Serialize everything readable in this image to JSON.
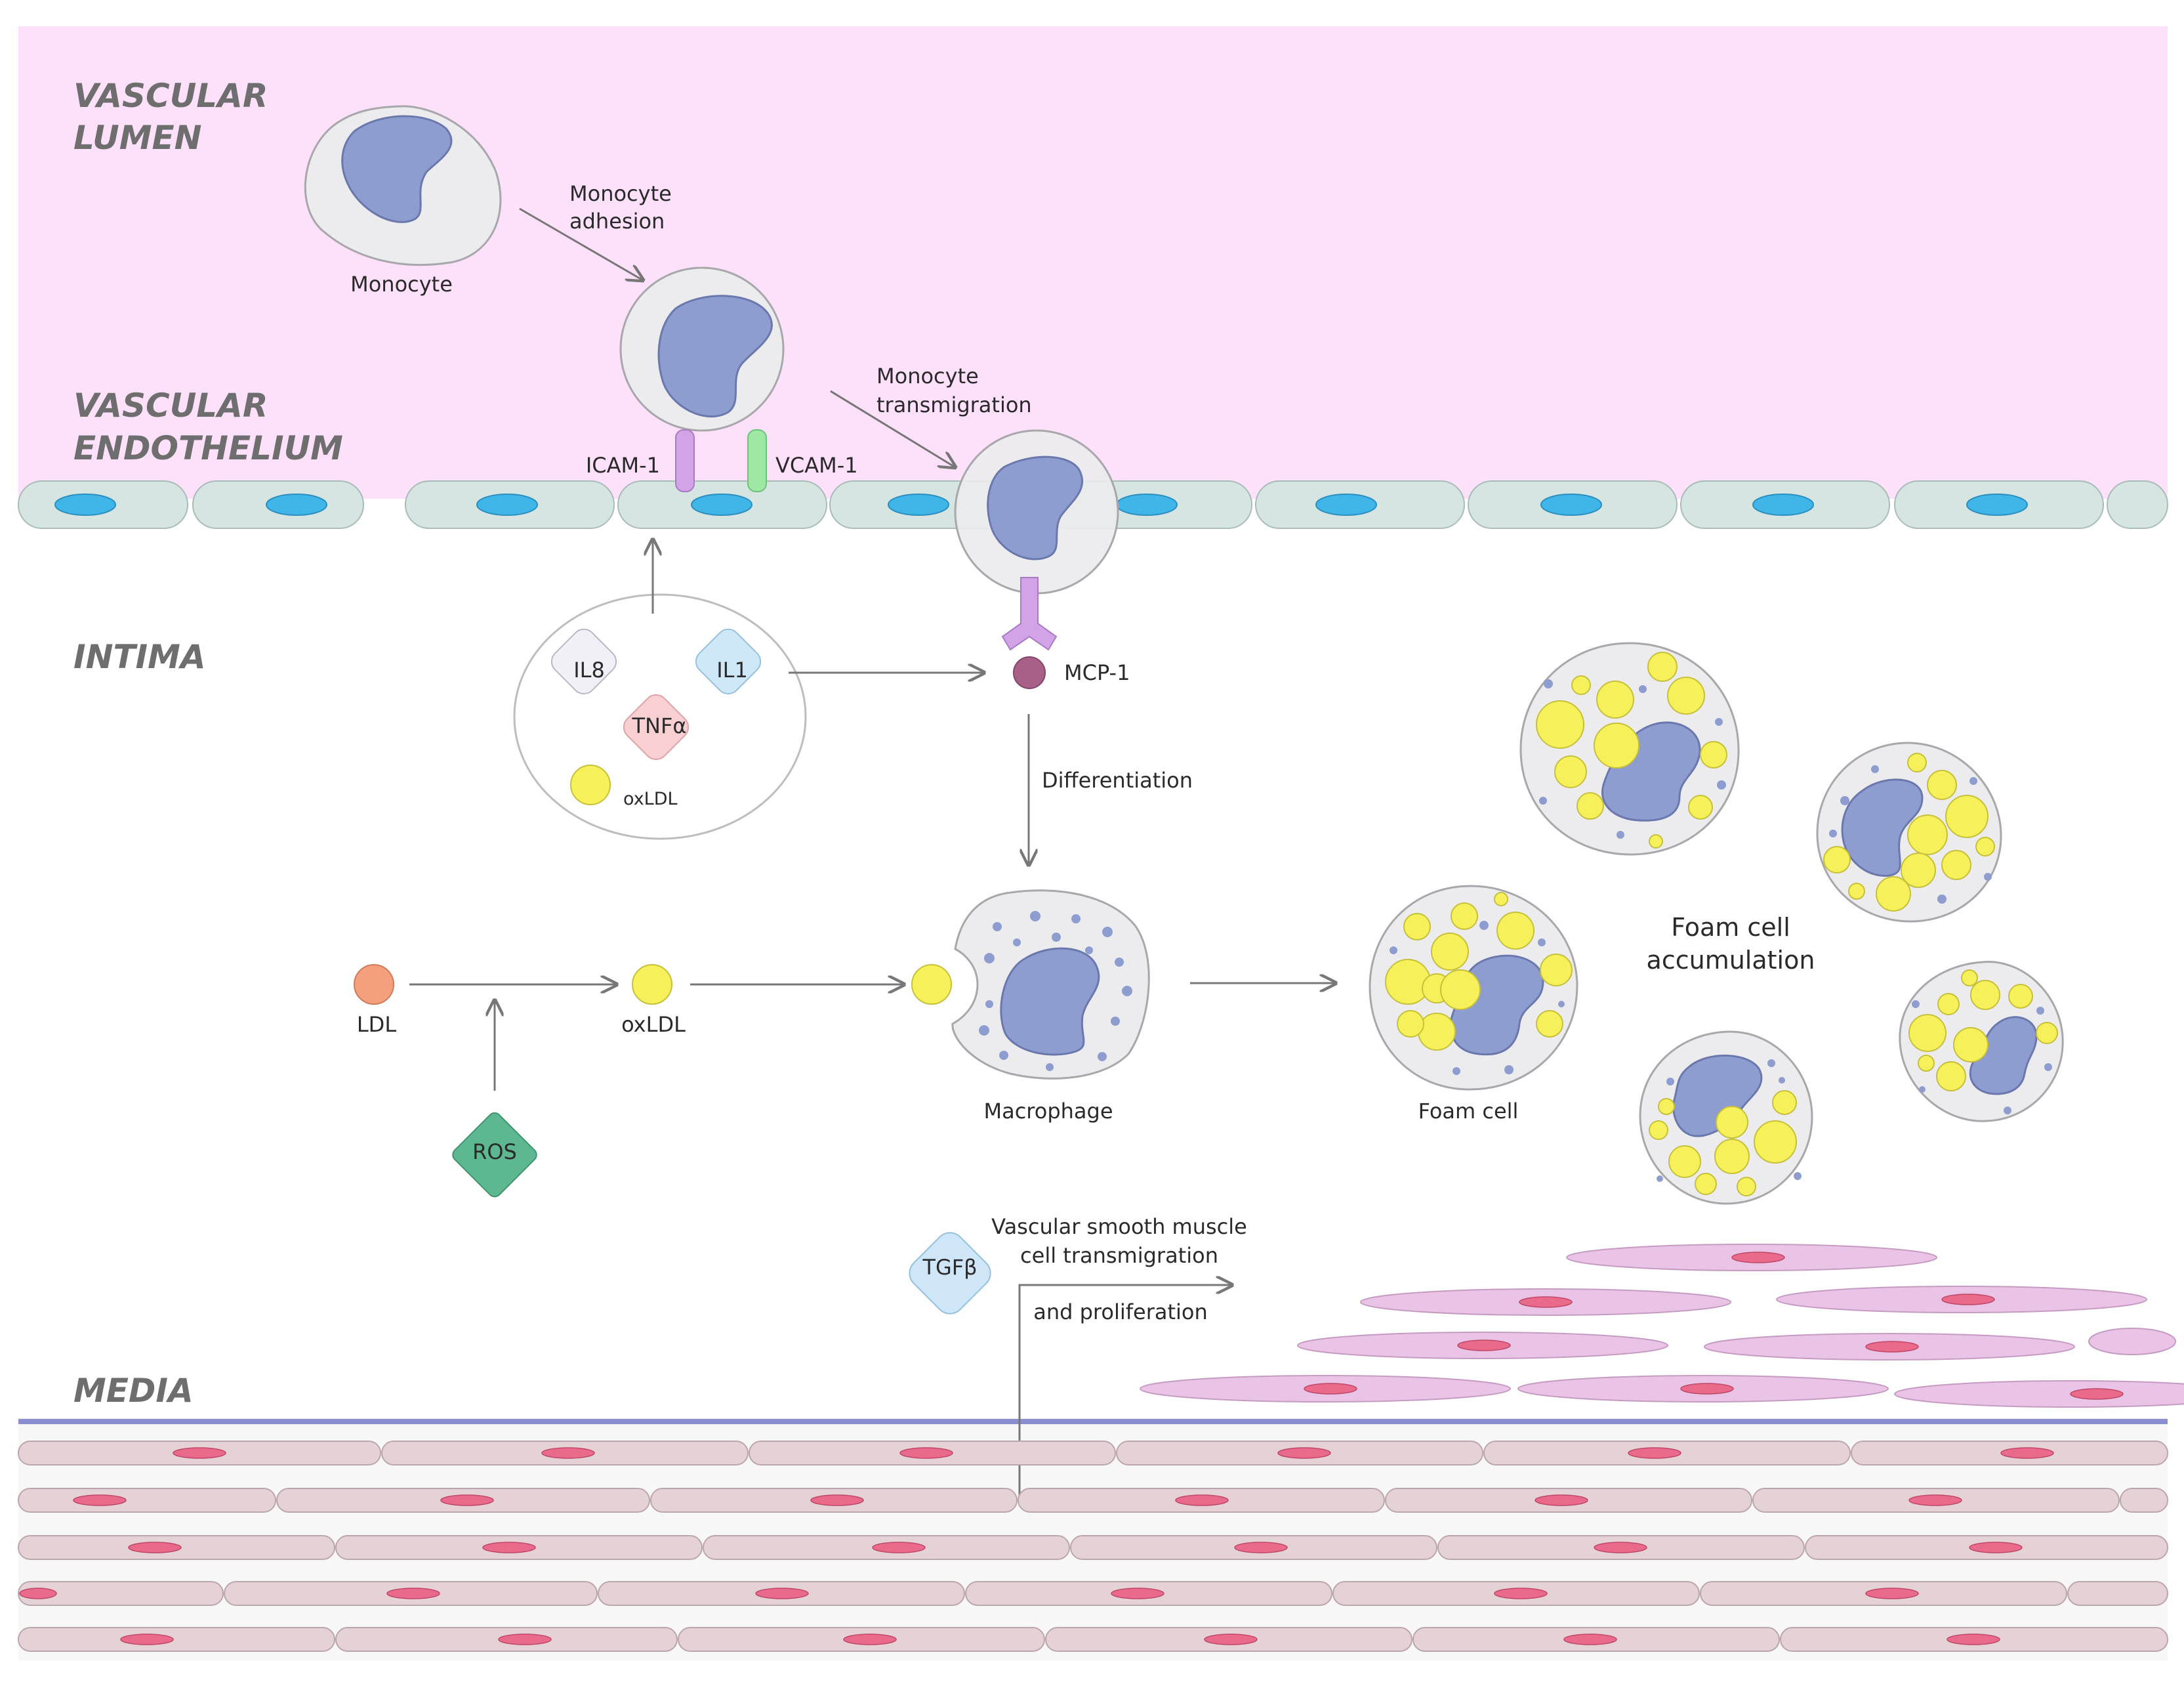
{
  "regions": {
    "lumen_1": "VASCULAR",
    "lumen_2": "LUMEN",
    "endothelium_1": "VASCULAR",
    "endothelium_2": "ENDOTHELIUM",
    "intima": "INTIMA",
    "media": "MEDIA"
  },
  "labels": {
    "monocyte": "Monocyte",
    "adhesion_1": "Monocyte",
    "adhesion_2": "adhesion",
    "transmig_1": "Monocyte",
    "transmig_2": "transmigration",
    "icam": "ICAM-1",
    "vcam": "VCAM-1",
    "il8": "IL8",
    "il1": "IL1",
    "tnfa": "TNFα",
    "oxldl_small": "oxLDL",
    "mcp1": "MCP-1",
    "differentiation": "Differentiation",
    "ldl": "LDL",
    "oxldl": "oxLDL",
    "ros": "ROS",
    "macrophage": "Macrophage",
    "foam_cell": "Foam cell",
    "accum_1": "Foam cell",
    "accum_2": "accumulation",
    "tgfb": "TGFβ",
    "vsmc_1": "Vascular smooth muscle",
    "vsmc_2": "cell transmigration",
    "vsmc_3": "and proliferation"
  },
  "colors": {
    "lumen_bg": "#fde0fa",
    "endothelial_cell": "#d6e5e2",
    "endothelial_nucleus": "#3fb5e8",
    "cell_body": "#ececee",
    "nucleus": "#8e9dd0",
    "lipid": "#f6f05a",
    "icam": "#d3a3e8",
    "vcam": "#9ee8a4",
    "mcp1": "#a86088",
    "ldl": "#f4a07e",
    "ros": "#5db892",
    "tgfb": "#cfe6f8",
    "tnfa": "#f9d0d2",
    "il1": "#cfe8f8",
    "il8": "#f0f0f6",
    "vsmc_intima": "#e9c4e6",
    "vsmc_media": "#e4d2d6",
    "vsmc_nucleus": "#e96a8a",
    "media_line": "#8a8ed0"
  }
}
